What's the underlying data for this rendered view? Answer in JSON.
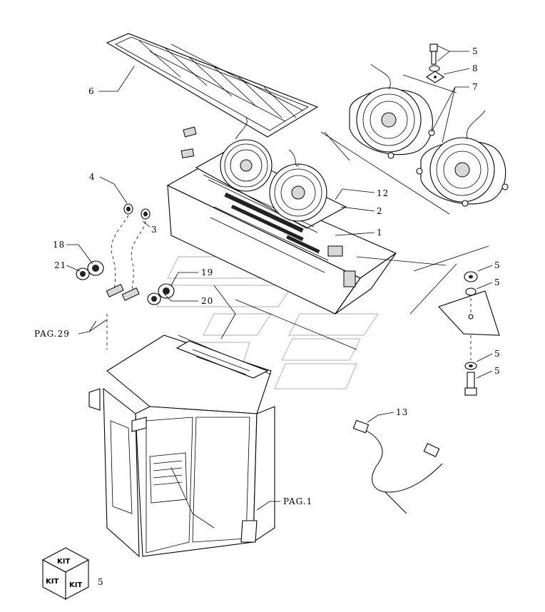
{
  "callouts": {
    "c6": "6",
    "c5a": "5",
    "c8": "8",
    "c7": "7",
    "c4": "4",
    "c3": "3",
    "c12": "12",
    "c2": "2",
    "c1": "1",
    "c18": "18",
    "c21": "21",
    "c19": "19",
    "c20": "20",
    "c5b": "5",
    "c5c": "5",
    "c5d": "5",
    "c5e": "5",
    "c13": "13",
    "pag29": "PAG.29",
    "pag1": "PAG.1",
    "kit_ref": "5"
  },
  "kit_label": "KIT"
}
